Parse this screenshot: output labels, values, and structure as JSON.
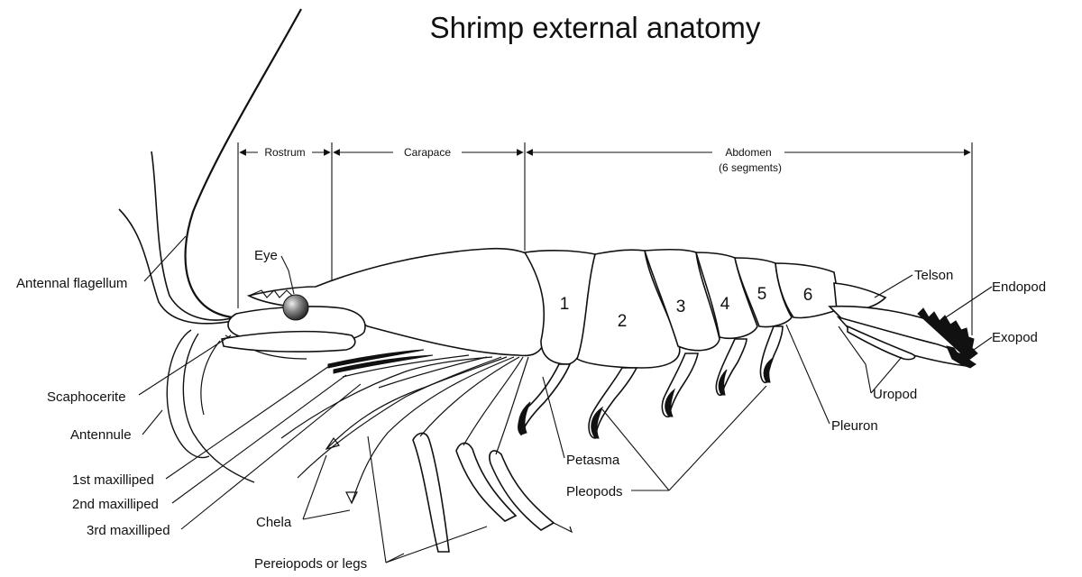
{
  "title": "Shrimp external anatomy",
  "dimensions": {
    "rostrum": "Rostrum",
    "carapace": "Carapace",
    "abdomen": "Abdomen",
    "abdomen_note": "(6 segments)"
  },
  "segments": [
    "1",
    "2",
    "3",
    "4",
    "5",
    "6"
  ],
  "labels": {
    "antennal_flagellum": "Antennal flagellum",
    "eye": "Eye",
    "scaphocerite": "Scaphocerite",
    "antennule": "Antennule",
    "maxilliped_1": "1st maxilliped",
    "maxilliped_2": "2nd maxilliped",
    "maxilliped_3": "3rd maxilliped",
    "chela": "Chela",
    "pereiopods": "Pereiopods or legs",
    "petasma": "Petasma",
    "pleopods": "Pleopods",
    "pleuron": "Pleuron",
    "uropod": "Uropod",
    "telson": "Telson",
    "endopod": "Endopod",
    "exopod": "Exopod"
  }
}
